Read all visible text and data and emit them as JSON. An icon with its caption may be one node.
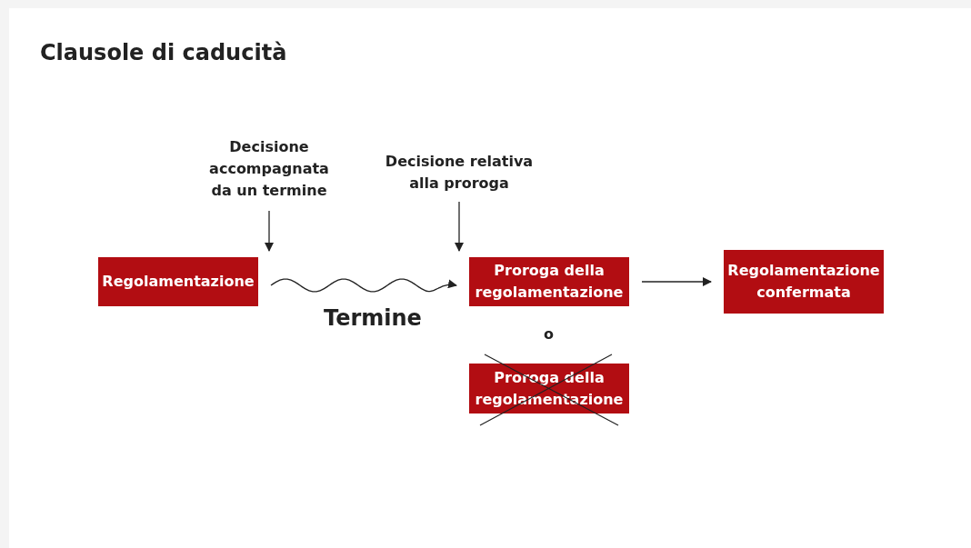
{
  "diagram": {
    "title": "Clausole di caducità",
    "nodes": [
      {
        "text": [
          "Decisione accompagnata da un termine"
        ]
      },
      {
        "text": [
          "Decisione relativa alla proroga"
        ]
      },
      {
        "text": [
          "Regolamentazione"
        ]
      },
      {
        "text": [
          "Proroga della regolamentazione"
        ]
      },
      {
        "text": [
          "Regolamentazione confermata"
        ]
      },
      {
        "text": [
          "Proroga della regolamentazione"
        ]
      }
    ],
    "edges": [
      {
        "from": 0,
        "to": 2,
        "arrow": "to"
      },
      {
        "from": 1,
        "to": 3,
        "arrow": "to"
      },
      {
        "from": 2,
        "to": 3,
        "arrow": "to",
        "label": "Termine"
      },
      {
        "from": 3,
        "to": 4,
        "arrow": "to"
      }
    ],
    "labels": [
      "o"
    ]
  }
}
